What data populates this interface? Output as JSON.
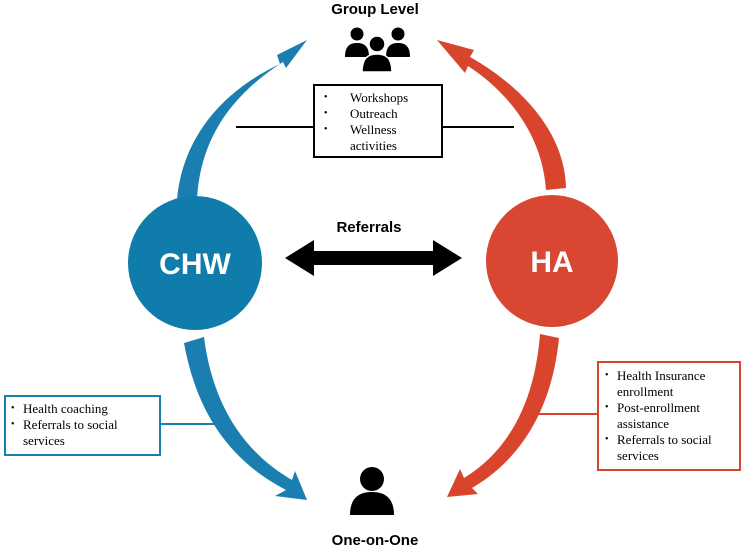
{
  "group_level": {
    "title": "Group Level",
    "icon": "group-people-icon"
  },
  "one_on_one": {
    "title": "One-on-One",
    "icon": "person-icon"
  },
  "chw": {
    "label": "CHW",
    "color": "#0f7cab"
  },
  "ha": {
    "label": "HA",
    "color": "#d94632"
  },
  "referrals": {
    "label": "Referrals"
  },
  "group_activities": {
    "items": [
      "Workshops",
      "Outreach",
      "Wellness activities"
    ]
  },
  "chw_services": {
    "items": [
      "Health coaching",
      "Referrals to social services"
    ]
  },
  "ha_services": {
    "items": [
      "Health Insurance enrollment",
      "Post-enrollment assistance",
      "Referrals to social services"
    ]
  }
}
